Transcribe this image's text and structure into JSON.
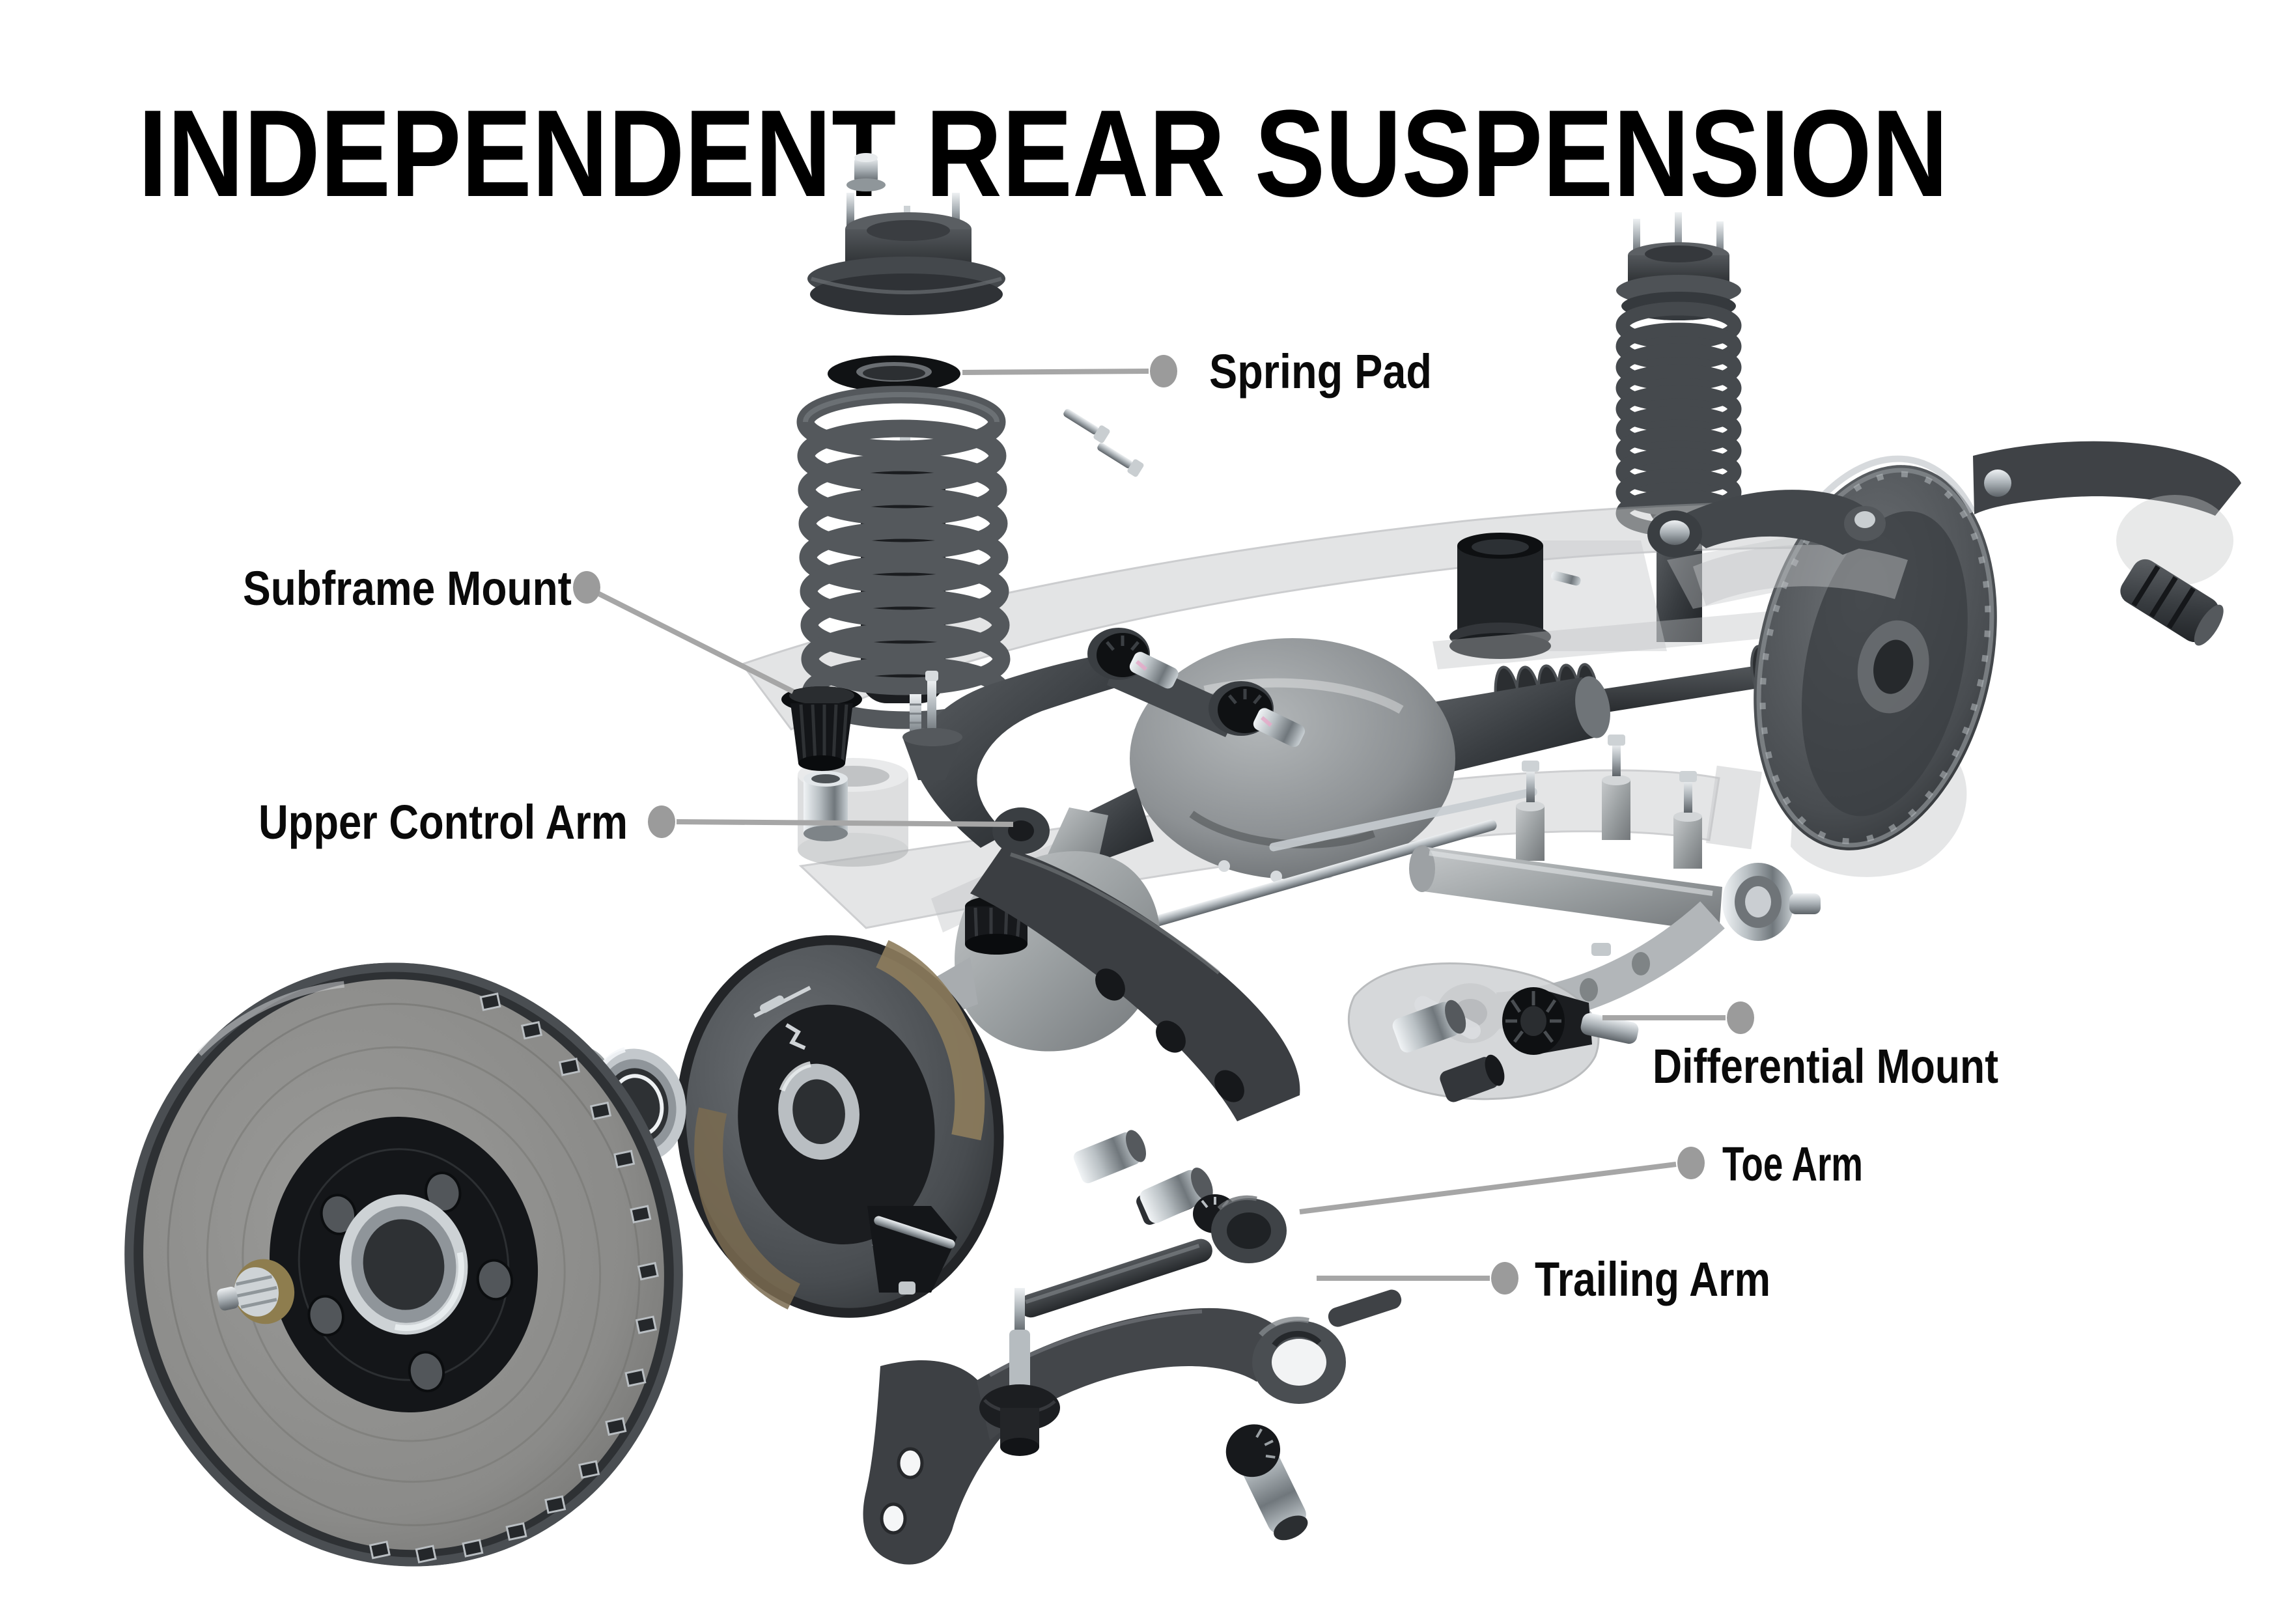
{
  "title": {
    "text": "INDEPENDENT REAR SUSPENSION",
    "color": "#000000"
  },
  "diagram": {
    "subject": "Exploded view 3D illustration of an independent rear suspension assembly",
    "leader_line_color": "#a6a6a6",
    "leader_dot_color": "#9b9b9b",
    "label_text_color": "#0a0a0a",
    "background_color": "#ffffff",
    "labels": [
      {
        "id": "spring-pad",
        "text": "Spring Pad"
      },
      {
        "id": "subframe-mount",
        "text": "Subframe Mount"
      },
      {
        "id": "upper-control-arm",
        "text": "Upper Control Arm"
      },
      {
        "id": "differential-mount",
        "text": "Differential Mount"
      },
      {
        "id": "toe-arm",
        "text": "Toe Arm"
      },
      {
        "id": "trailing-arm",
        "text": "Trailing Arm"
      }
    ]
  }
}
